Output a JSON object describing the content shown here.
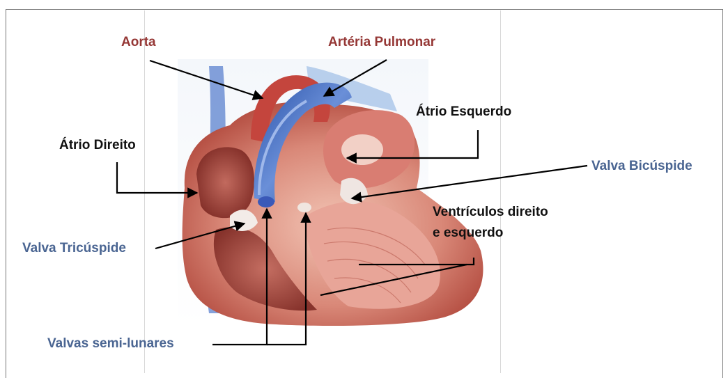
{
  "labels": {
    "aorta": "Aorta",
    "arteria_pulmonar": "Artéria Pulmonar",
    "atrio_esquerdo": "Átrio Esquerdo",
    "atrio_direito": "Átrio Direito",
    "valva_bicuspide": "Valva Bicúspide",
    "ventriculos_line1": "Ventrículos direito",
    "ventriculos_line2": "e esquerdo",
    "valva_tricuspide": "Valva Tricúspide",
    "valvas_semilunares": "Valvas semi-lunares"
  },
  "colors": {
    "label_red": "#953735",
    "label_blue": "#4a6592",
    "label_black": "#111111"
  }
}
